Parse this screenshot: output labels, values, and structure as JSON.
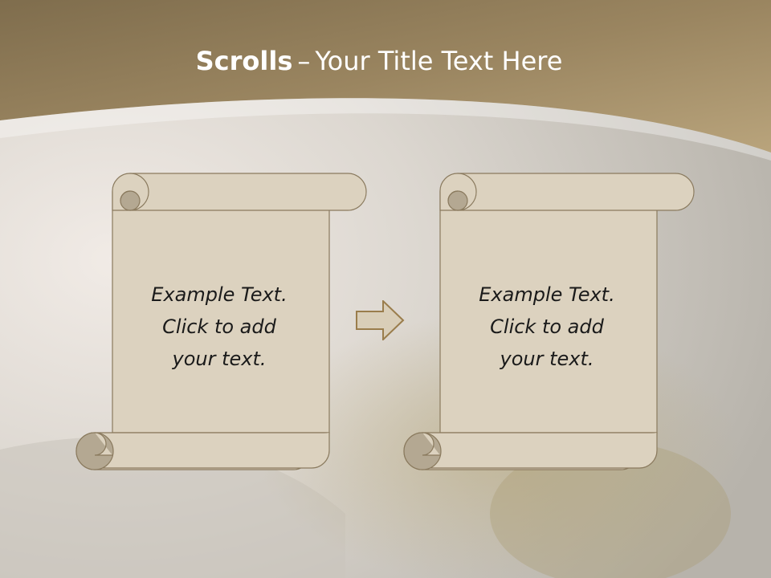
{
  "title": {
    "bold": "Scrolls",
    "dash": "–",
    "rest": "Your Title Text Here"
  },
  "scrolls": [
    {
      "lines": [
        "Example  Text.",
        "Click  to add",
        "your text."
      ]
    },
    {
      "lines": [
        "Example  Text.",
        "Click  to add",
        "your text."
      ]
    }
  ],
  "colors": {
    "header": "#8f7b55",
    "header_light": "#b8a27a",
    "scroll_fill": "#dcd2bf",
    "scroll_stroke": "#8a7a5e",
    "scroll_curl": "#b4a892",
    "arrow_fill": "#d9ceb8",
    "arrow_stroke": "#9a7d4c"
  }
}
